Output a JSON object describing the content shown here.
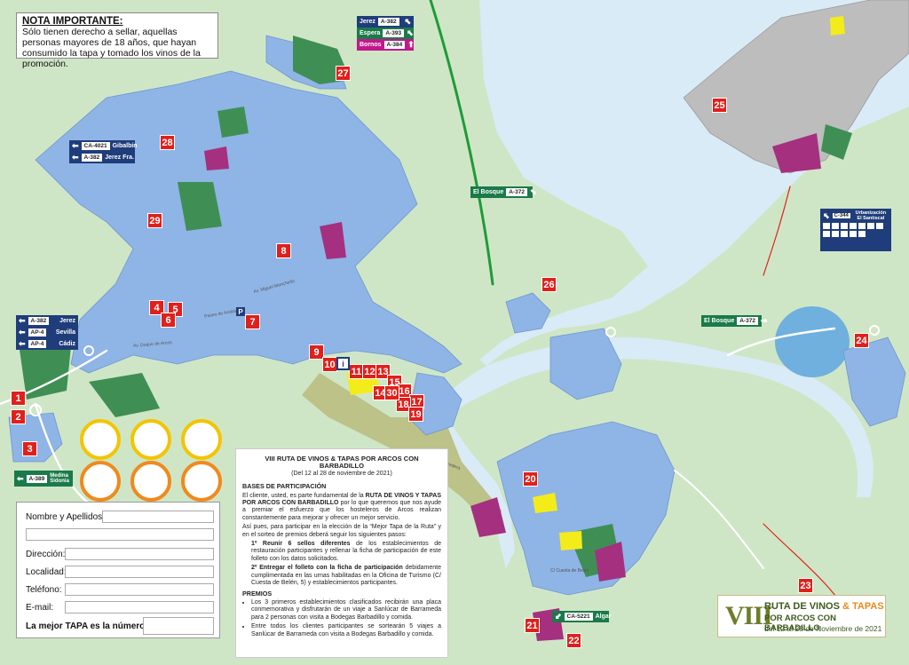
{
  "note": {
    "heading": "NOTA IMPORTANTE:",
    "text": "Sólo tienen derecho a sellar, aquellas personas mayores de 18 años, que hayan consumido la tapa y tomado los vinos de la promoción."
  },
  "road_signs": {
    "jerez": {
      "name": "Jerez",
      "code": "A-382"
    },
    "espera": {
      "name": "Espera",
      "code": "A-393"
    },
    "bornos": {
      "name": "Bornos",
      "code": "A-384"
    },
    "gibalbin": {
      "name": "Gibalbín",
      "code": "CA-4021"
    },
    "jerez_fra": {
      "name": "Jerez Fra.",
      "code": "A-382"
    },
    "el_bosque_top": {
      "name": "El Bosque",
      "code": "A-372"
    },
    "left_jerez": {
      "name": "Jerez",
      "code": "A-382"
    },
    "left_sevilla": {
      "name": "Sevilla",
      "code": "AP-4"
    },
    "left_cadiz": {
      "name": "Cádiz",
      "code": "AP-4"
    },
    "medina": {
      "name": "Medina Sidonia",
      "code": "A-389"
    },
    "el_bosque_right": {
      "name": "El Bosque",
      "code": "A-372"
    },
    "algar": {
      "name": "Algar",
      "code": "CA-5221"
    },
    "urbanizacion": {
      "code": "C-344",
      "name": "Urbanización El Santiscal"
    }
  },
  "establishments": [
    "1",
    "2",
    "3",
    "4",
    "5",
    "6",
    "7",
    "8",
    "9",
    "10",
    "11",
    "12",
    "13",
    "14",
    "15",
    "16",
    "17",
    "18",
    "19",
    "20",
    "21",
    "22",
    "23",
    "24",
    "25",
    "26",
    "27",
    "28",
    "29",
    "30"
  ],
  "parking_symbol": "P",
  "form": {
    "name_label": "Nombre y Apellidos:",
    "address_label": "Dirección:",
    "city_label": "Localidad:",
    "phone_label": "Teléfono:",
    "email_label": "E-mail:",
    "best_tapa_label": "La mejor TAPA es la número:"
  },
  "panel": {
    "title": "VIII RUTA DE VINOS & TAPAS POR ARCOS CON BARBADILLO",
    "dates": "(Del 12 al 28 de noviembre de 2021)",
    "bases_heading": "BASES DE PARTICIPACIÓN",
    "intro_a": "El cliente, usted, es parte fundamental de la ",
    "intro_b": "RUTA DE VINOS Y TAPAS POR ARCOS CON BARBADILLO",
    "intro_c": " por lo que queremos que nos ayude a premiar el esfuerzo que los hosteleros de Arcos realizan constantemente para mejorar y ofrecer un mejor servicio.",
    "para2": "Así pues, para participar en la elección de la “Mejor Tapa de la Ruta” y en el sorteo de premios deberá seguir los siguientes pasos:",
    "step1_a": "1º Reunir 6 sellos diferentes",
    "step1_b": " de los establecimientos de restauración participantes y rellenar la ficha de participación de este folleto con los datos solicitados.",
    "step2_a": "2º Entregar el folleto con la ficha de participación",
    "step2_b": " debidamente cumplimentada en las urnas habilitadas en la Oficina de Turismo (C/ Cuesta de Belén, 5) y establecimientos participantes.",
    "premios_heading": "PREMIOS",
    "prize1": "Los 3 primeros establecimientos clasificados recibirán una placa conmemorativa y disfrutarán de un viaje a Sanlúcar de Barrameda para 2 personas con visita a Bodegas Barbadillo y comida.",
    "prize2": "Entre todos los clientes participantes se sortearán 5 viajes a Sanlúcar de Barrameda con visita a Bodegas Barbadillo y comida."
  },
  "logo": {
    "roman": "VIII",
    "line1_a": "RUTA DE VINOS ",
    "line1_b": "& TAPAS",
    "line2": "POR ARCOS CON BARBADILLO",
    "line3": "del 12 al 28 de Noviembre de 2021"
  },
  "street_labels": [
    "Av. Miguel Mancheño",
    "Av. Duque de Arcos",
    "Paseo de Andalucía",
    "C/ Corredera",
    "C/ Cuesta de Belén"
  ],
  "colors": {
    "land": "#cfe6c6",
    "water": "#d9ebf6",
    "lake": "#6fb0de",
    "urban": "#8fb4e6",
    "park": "#3f8f55",
    "rock": "#bcc288",
    "marker": "#e0201b",
    "facility": "#a5307f",
    "highlight": "#f3ec1a"
  }
}
